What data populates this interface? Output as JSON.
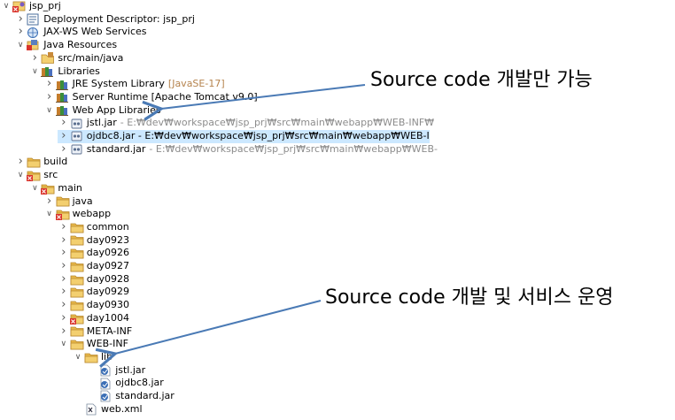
{
  "tree": [
    {
      "label": "jsp_prj",
      "indent": 0,
      "twisty": "open",
      "icon": "project-icon"
    },
    {
      "label": "Deployment Descriptor: jsp_prj",
      "indent": 1,
      "twisty": "closed",
      "icon": "deployment-descriptor-icon"
    },
    {
      "label": "JAX-WS Web Services",
      "indent": 1,
      "twisty": "closed",
      "icon": "web-services-icon"
    },
    {
      "label": "Java Resources",
      "indent": 1,
      "twisty": "open",
      "icon": "java-resources-icon"
    },
    {
      "label": "src/main/java",
      "indent": 2,
      "twisty": "closed",
      "icon": "source-folder-icon"
    },
    {
      "label": "Libraries",
      "indent": 2,
      "twisty": "open",
      "icon": "libraries-icon"
    },
    {
      "label": "JRE System Library",
      "decoration": "[JavaSE-17]",
      "dec_color": "orange",
      "indent": 3,
      "twisty": "closed",
      "icon": "library-icon"
    },
    {
      "label": "Server Runtime [Apache Tomcat v9.0]",
      "indent": 3,
      "twisty": "closed",
      "icon": "library-icon"
    },
    {
      "label": "Web App Libraries",
      "indent": 3,
      "twisty": "open",
      "icon": "library-icon"
    },
    {
      "label": "jstl.jar",
      "decoration": "- E:₩dev₩workspace₩jsp_prj₩src₩main₩webapp₩WEB-INF₩",
      "indent": 4,
      "twisty": "closed",
      "icon": "jar-icon"
    },
    {
      "label": "ojdbc8.jar - E:₩dev₩workspace₩jsp_prj₩src₩main₩webapp₩WEB-I",
      "indent": 4,
      "twisty": "closed",
      "icon": "jar-icon",
      "selected": true
    },
    {
      "label": "standard.jar",
      "decoration": "- E:₩dev₩workspace₩jsp_prj₩src₩main₩webapp₩WEB-",
      "indent": 4,
      "twisty": "closed",
      "icon": "jar-icon"
    },
    {
      "label": "build",
      "indent": 1,
      "twisty": "closed",
      "icon": "folder-icon"
    },
    {
      "label": "src",
      "indent": 1,
      "twisty": "open",
      "icon": "error-folder-icon"
    },
    {
      "label": "main",
      "indent": 2,
      "twisty": "open",
      "icon": "error-folder-icon"
    },
    {
      "label": "java",
      "indent": 3,
      "twisty": "closed",
      "icon": "folder-icon"
    },
    {
      "label": "webapp",
      "indent": 3,
      "twisty": "open",
      "icon": "error-folder-icon"
    },
    {
      "label": "common",
      "indent": 4,
      "twisty": "closed",
      "icon": "folder-icon"
    },
    {
      "label": "day0923",
      "indent": 4,
      "twisty": "closed",
      "icon": "folder-icon"
    },
    {
      "label": "day0926",
      "indent": 4,
      "twisty": "closed",
      "icon": "folder-icon"
    },
    {
      "label": "day0927",
      "indent": 4,
      "twisty": "closed",
      "icon": "folder-icon"
    },
    {
      "label": "day0928",
      "indent": 4,
      "twisty": "closed",
      "icon": "folder-icon"
    },
    {
      "label": "day0929",
      "indent": 4,
      "twisty": "closed",
      "icon": "folder-icon"
    },
    {
      "label": "day0930",
      "indent": 4,
      "twisty": "closed",
      "icon": "folder-icon"
    },
    {
      "label": "day1004",
      "indent": 4,
      "twisty": "closed",
      "icon": "error-folder-icon"
    },
    {
      "label": "META-INF",
      "indent": 4,
      "twisty": "closed",
      "icon": "folder-icon"
    },
    {
      "label": "WEB-INF",
      "indent": 4,
      "twisty": "open",
      "icon": "folder-icon"
    },
    {
      "label": "lib",
      "indent": 5,
      "twisty": "open",
      "icon": "folder-icon"
    },
    {
      "label": "jstl.jar",
      "indent": 6,
      "twisty": "none",
      "icon": "jar-file-icon"
    },
    {
      "label": "ojdbc8.jar",
      "indent": 6,
      "twisty": "none",
      "icon": "jar-file-icon"
    },
    {
      "label": "standard.jar",
      "indent": 6,
      "twisty": "none",
      "icon": "jar-file-icon"
    },
    {
      "label": "web.xml",
      "indent": 5,
      "twisty": "none",
      "icon": "xml-file-icon"
    }
  ],
  "annotations": {
    "top": "Source code 개발만 가능",
    "bottom": "Source code 개발 및 서비스 운영"
  },
  "colors": {
    "folder": "#e8b84a",
    "error": "#d9332b",
    "jar": "#3b6fb6",
    "arrow": "#4a7ab5",
    "selection": "#cce8ff"
  }
}
